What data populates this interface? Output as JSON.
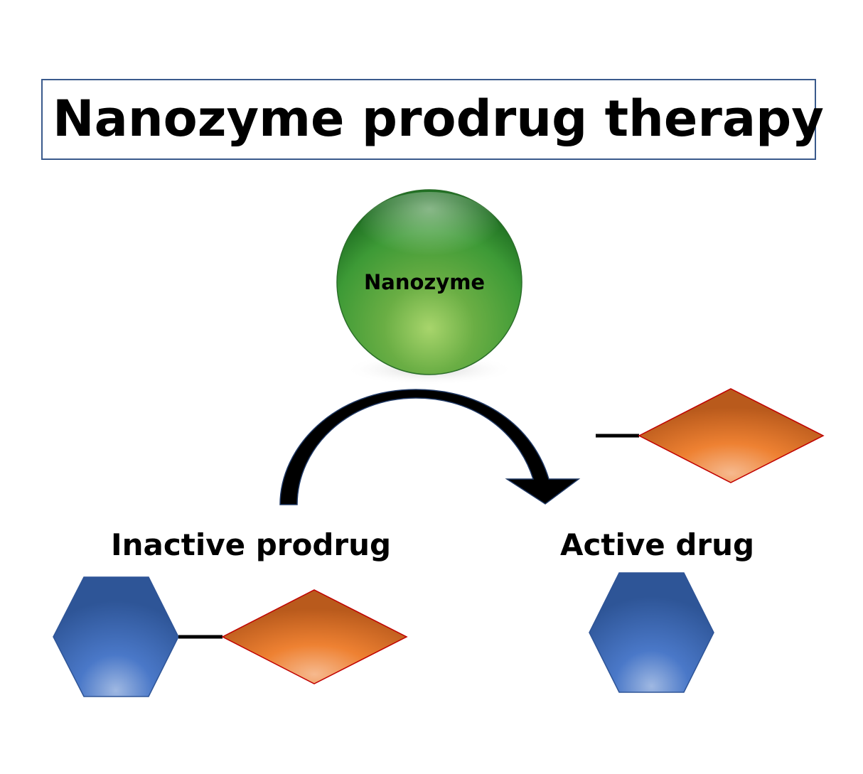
{
  "title": "Nanozyme prodrug therapy",
  "nanozyme_label": "Nanozyme",
  "prodrug_label": "Inactive prodrug",
  "active_drug_label": "Active drug",
  "colors": {
    "title_border": "#3a5a8c",
    "sphere": "#4a9e3a",
    "hexagon": "#4472c4",
    "diamond": "#ed7d31",
    "diamond_border": "#c00000",
    "arrow": "#000000"
  },
  "icons": {
    "nanozyme": "green-sphere-icon",
    "drug_core": "blue-hexagon-icon",
    "prodrug_moiety": "orange-diamond-icon",
    "conversion": "curved-arrow-icon"
  }
}
